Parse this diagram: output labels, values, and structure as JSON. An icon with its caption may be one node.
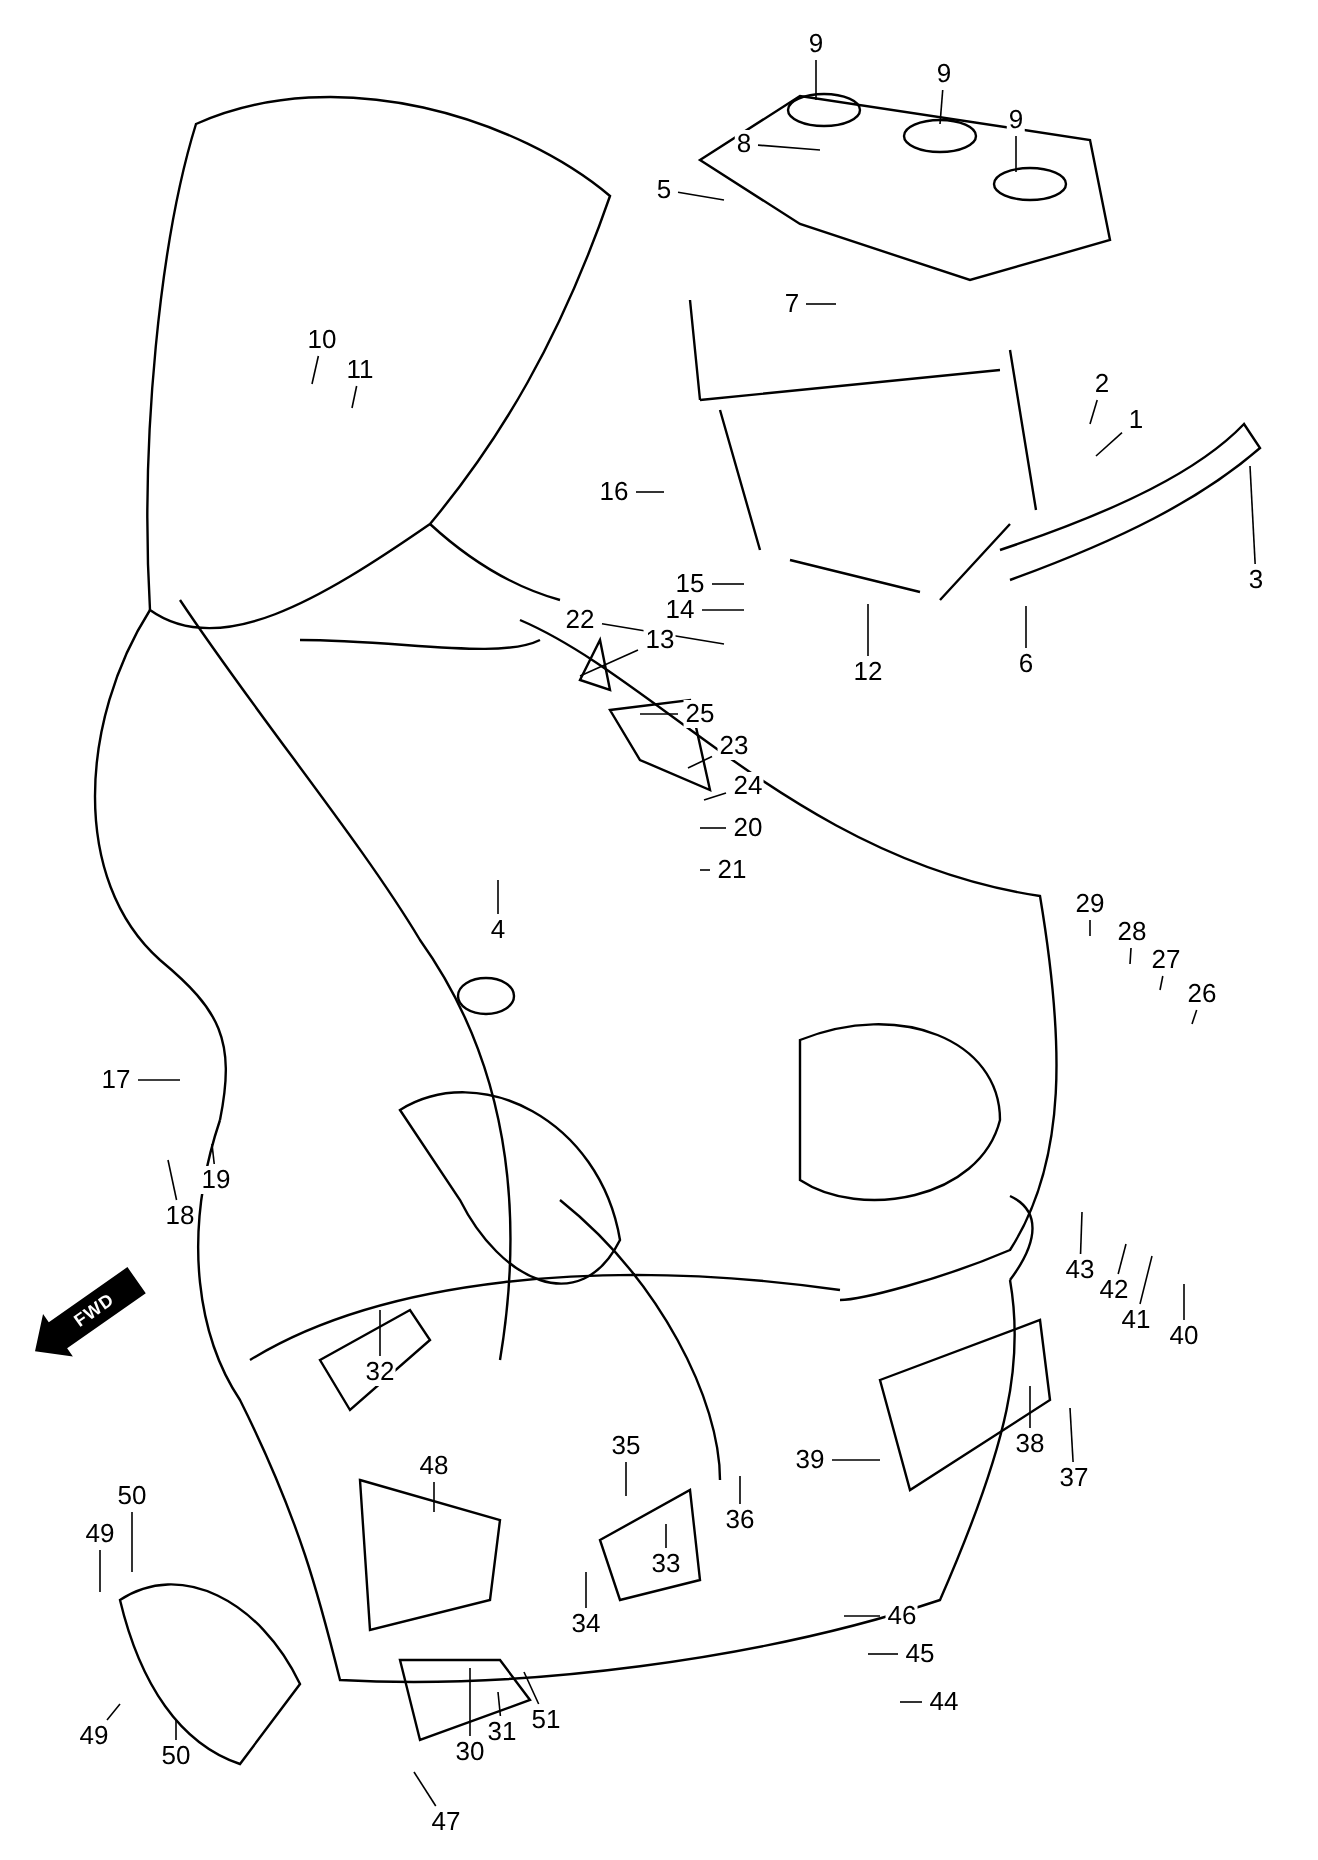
{
  "diagram": {
    "nodes": [
      {
        "text": [
          "9"
        ]
      },
      {
        "text": [
          "9"
        ]
      },
      {
        "text": [
          "9"
        ]
      },
      {
        "text": [
          "8"
        ]
      },
      {
        "text": [
          "5"
        ]
      },
      {
        "text": [
          "7"
        ]
      },
      {
        "text": [
          "10"
        ]
      },
      {
        "text": [
          "11"
        ]
      },
      {
        "text": [
          "2"
        ]
      },
      {
        "text": [
          "1"
        ]
      },
      {
        "text": [
          "16"
        ]
      },
      {
        "text": [
          "3"
        ]
      },
      {
        "text": [
          "15"
        ]
      },
      {
        "text": [
          "14"
        ]
      },
      {
        "text": [
          "22"
        ]
      },
      {
        "text": [
          "13"
        ]
      },
      {
        "text": [
          "6"
        ]
      },
      {
        "text": [
          "12"
        ]
      },
      {
        "text": [
          "25"
        ]
      },
      {
        "text": [
          "23"
        ]
      },
      {
        "text": [
          "24"
        ]
      },
      {
        "text": [
          "20"
        ]
      },
      {
        "text": [
          "21"
        ]
      },
      {
        "text": [
          "29"
        ]
      },
      {
        "text": [
          "4"
        ]
      },
      {
        "text": [
          "28"
        ]
      },
      {
        "text": [
          "27"
        ]
      },
      {
        "text": [
          "26"
        ]
      },
      {
        "text": [
          "17"
        ]
      },
      {
        "text": [
          "19"
        ]
      },
      {
        "text": [
          "18"
        ]
      },
      {
        "text": [
          "43"
        ]
      },
      {
        "text": [
          "42"
        ]
      },
      {
        "text": [
          "41"
        ]
      },
      {
        "text": [
          "40"
        ]
      },
      {
        "text": [
          "32"
        ]
      },
      {
        "text": [
          "38"
        ]
      },
      {
        "text": [
          "35"
        ]
      },
      {
        "text": [
          "39"
        ]
      },
      {
        "text": [
          "48"
        ]
      },
      {
        "text": [
          "37"
        ]
      },
      {
        "text": [
          "50"
        ]
      },
      {
        "text": [
          "36"
        ]
      },
      {
        "text": [
          "49"
        ]
      },
      {
        "text": [
          "33"
        ]
      },
      {
        "text": [
          "46"
        ]
      },
      {
        "text": [
          "34"
        ]
      },
      {
        "text": [
          "45"
        ]
      },
      {
        "text": [
          "44"
        ]
      },
      {
        "text": [
          "51"
        ]
      },
      {
        "text": [
          "31"
        ]
      },
      {
        "text": [
          "49"
        ]
      },
      {
        "text": [
          "30"
        ]
      },
      {
        "text": [
          "50"
        ]
      },
      {
        "text": [
          "47"
        ]
      }
    ],
    "edges": [
      {
        "from": 0,
        "to": null,
        "arrow": "none"
      },
      {
        "from": 1,
        "to": null,
        "arrow": "none"
      },
      {
        "from": 2,
        "to": null,
        "arrow": "none"
      },
      {
        "from": 3,
        "to": null,
        "arrow": "none"
      },
      {
        "from": 4,
        "to": null,
        "arrow": "none"
      },
      {
        "from": 5,
        "to": null,
        "arrow": "none"
      },
      {
        "from": 6,
        "to": null,
        "arrow": "none"
      },
      {
        "from": 7,
        "to": null,
        "arrow": "none"
      },
      {
        "from": 8,
        "to": null,
        "arrow": "none"
      },
      {
        "from": 9,
        "to": null,
        "arrow": "none"
      },
      {
        "from": 10,
        "to": null,
        "arrow": "none"
      },
      {
        "from": 11,
        "to": null,
        "arrow": "none"
      },
      {
        "from": 12,
        "to": null,
        "arrow": "none"
      },
      {
        "from": 13,
        "to": null,
        "arrow": "none"
      },
      {
        "from": 14,
        "to": null,
        "arrow": "none"
      },
      {
        "from": 15,
        "to": null,
        "arrow": "none"
      },
      {
        "from": 16,
        "to": null,
        "arrow": "none"
      },
      {
        "from": 17,
        "to": null,
        "arrow": "none"
      },
      {
        "from": 18,
        "to": null,
        "arrow": "none"
      },
      {
        "from": 19,
        "to": null,
        "arrow": "none"
      },
      {
        "from": 20,
        "to": null,
        "arrow": "none"
      },
      {
        "from": 21,
        "to": null,
        "arrow": "none"
      },
      {
        "from": 22,
        "to": null,
        "arrow": "none"
      },
      {
        "from": 23,
        "to": null,
        "arrow": "none"
      },
      {
        "from": 24,
        "to": null,
        "arrow": "none"
      },
      {
        "from": 25,
        "to": null,
        "arrow": "none"
      },
      {
        "from": 26,
        "to": null,
        "arrow": "none"
      },
      {
        "from": 27,
        "to": null,
        "arrow": "none"
      },
      {
        "from": 28,
        "to": null,
        "arrow": "none"
      },
      {
        "from": 29,
        "to": null,
        "arrow": "none"
      },
      {
        "from": 30,
        "to": null,
        "arrow": "none"
      },
      {
        "from": 31,
        "to": null,
        "arrow": "none"
      },
      {
        "from": 32,
        "to": null,
        "arrow": "none"
      },
      {
        "from": 33,
        "to": null,
        "arrow": "none"
      },
      {
        "from": 34,
        "to": null,
        "arrow": "none"
      },
      {
        "from": 35,
        "to": null,
        "arrow": "none"
      },
      {
        "from": 36,
        "to": null,
        "arrow": "none"
      },
      {
        "from": 37,
        "to": null,
        "arrow": "none"
      },
      {
        "from": 38,
        "to": null,
        "arrow": "none"
      },
      {
        "from": 39,
        "to": null,
        "arrow": "none"
      },
      {
        "from": 40,
        "to": null,
        "arrow": "none"
      },
      {
        "from": 41,
        "to": null,
        "arrow": "none"
      },
      {
        "from": 42,
        "to": null,
        "arrow": "none"
      },
      {
        "from": 43,
        "to": null,
        "arrow": "none"
      },
      {
        "from": 44,
        "to": null,
        "arrow": "none"
      },
      {
        "from": 45,
        "to": null,
        "arrow": "none"
      },
      {
        "from": 46,
        "to": null,
        "arrow": "none"
      },
      {
        "from": 47,
        "to": null,
        "arrow": "none"
      },
      {
        "from": 48,
        "to": null,
        "arrow": "none"
      },
      {
        "from": 49,
        "to": null,
        "arrow": "none"
      },
      {
        "from": 50,
        "to": null,
        "arrow": "none"
      },
      {
        "from": 51,
        "to": null,
        "arrow": "none"
      },
      {
        "from": 52,
        "to": null,
        "arrow": "none"
      },
      {
        "from": 53,
        "to": null,
        "arrow": "none"
      },
      {
        "from": 54,
        "to": null,
        "arrow": "none"
      }
    ],
    "labels": [
      "FWD"
    ]
  }
}
